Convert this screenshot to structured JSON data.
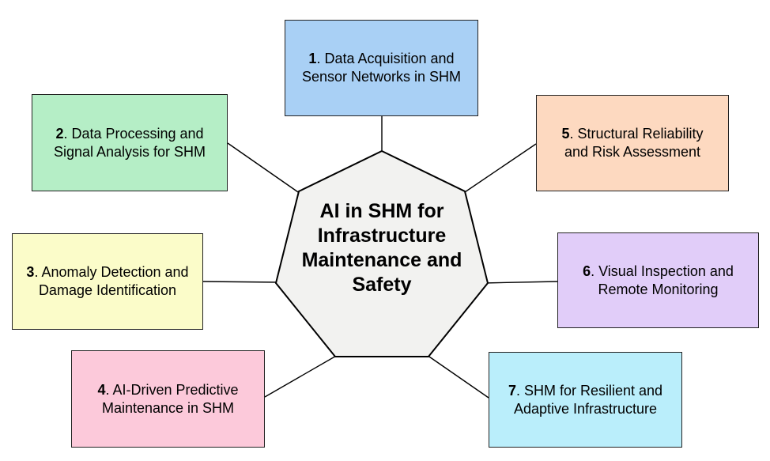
{
  "diagram": {
    "center": {
      "shape": "heptagon",
      "fill": "#f2f2f0",
      "border_color": "#000000",
      "lines": [
        "AI in SHM for",
        "Infrastructure",
        "Maintenance and",
        "Safety"
      ],
      "full_label": "AI in SHM for Infrastructure Maintenance and Safety"
    },
    "nodes": [
      {
        "number": "1",
        "rest": ". Data Acquisition and",
        "line2": "Sensor Networks in SHM",
        "fill": "#a9d0f5",
        "position": "top",
        "connects_to": "center"
      },
      {
        "number": "2",
        "rest": ". Data Processing and",
        "line2": "Signal Analysis for SHM",
        "fill": "#b5eec6",
        "position": "upper-left",
        "connects_to": "center"
      },
      {
        "number": "3",
        "rest": ". Anomaly Detection and",
        "line2": "Damage Identification",
        "fill": "#fbfcc9",
        "position": "left",
        "connects_to": "center"
      },
      {
        "number": "4",
        "rest": ". AI-Driven Predictive",
        "line2": "Maintenance in SHM",
        "fill": "#fcc9da",
        "position": "lower-left",
        "connects_to": "center"
      },
      {
        "number": "5",
        "rest": ". Structural Reliability",
        "line2": "and Risk Assessment",
        "fill": "#fdd9c0",
        "position": "upper-right",
        "connects_to": "center"
      },
      {
        "number": "6",
        "rest": ". Visual Inspection and",
        "line2": "Remote Monitoring",
        "fill": "#e1cdf9",
        "position": "right",
        "connects_to": "center"
      },
      {
        "number": "7",
        "rest": ". SHM for Resilient and",
        "line2": "Adaptive Infrastructure",
        "fill": "#baeefb",
        "position": "lower-right",
        "connects_to": "center"
      }
    ],
    "connector_color": "#000000"
  }
}
